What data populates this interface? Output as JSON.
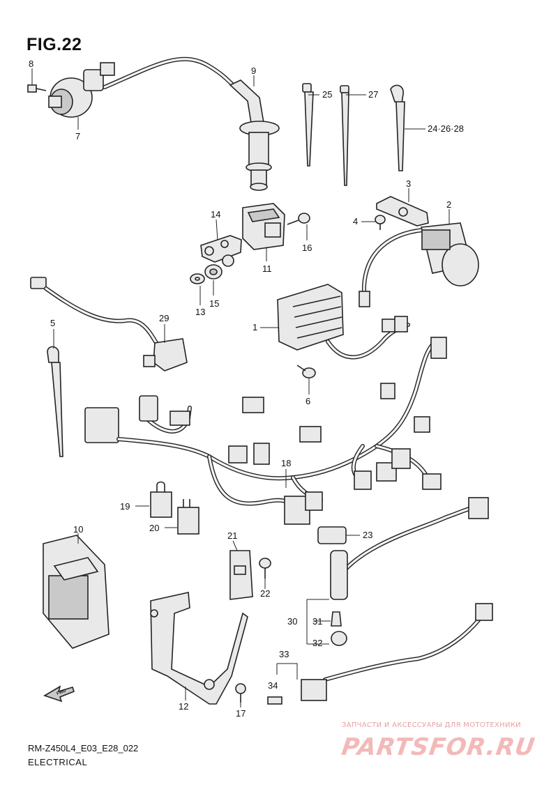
{
  "figure": {
    "title": "FIG.22",
    "model_code": "RM-Z450L4_E03_E28_022",
    "section": "ELECTRICAL"
  },
  "callouts": {
    "c1": "1",
    "c2": "2",
    "c3": "3",
    "c4": "4",
    "c5": "5",
    "c6": "6",
    "c7": "7",
    "c8": "8",
    "c9": "9",
    "c10": "10",
    "c11": "11",
    "c12": "12",
    "c13": "13",
    "c14": "14",
    "c15": "15",
    "c16": "16",
    "c17": "17",
    "c18": "18",
    "c19": "19",
    "c20": "20",
    "c21": "21",
    "c22": "22",
    "c23": "23",
    "c24_26_28": "24·26·28",
    "c25": "25",
    "c27": "27",
    "c29": "29",
    "c30": "30",
    "c31": "31",
    "c32": "32",
    "c33": "33",
    "c34": "34"
  },
  "fwd_label": "FWD",
  "watermark": {
    "small": "ЗАПЧАСТИ И АКСЕССУАРЫ ДЛЯ МОТОТЕХНИКИ",
    "big": "PARTSFOR.RU"
  },
  "colors": {
    "line": "#222222",
    "watermark": "#f3b9b9"
  }
}
